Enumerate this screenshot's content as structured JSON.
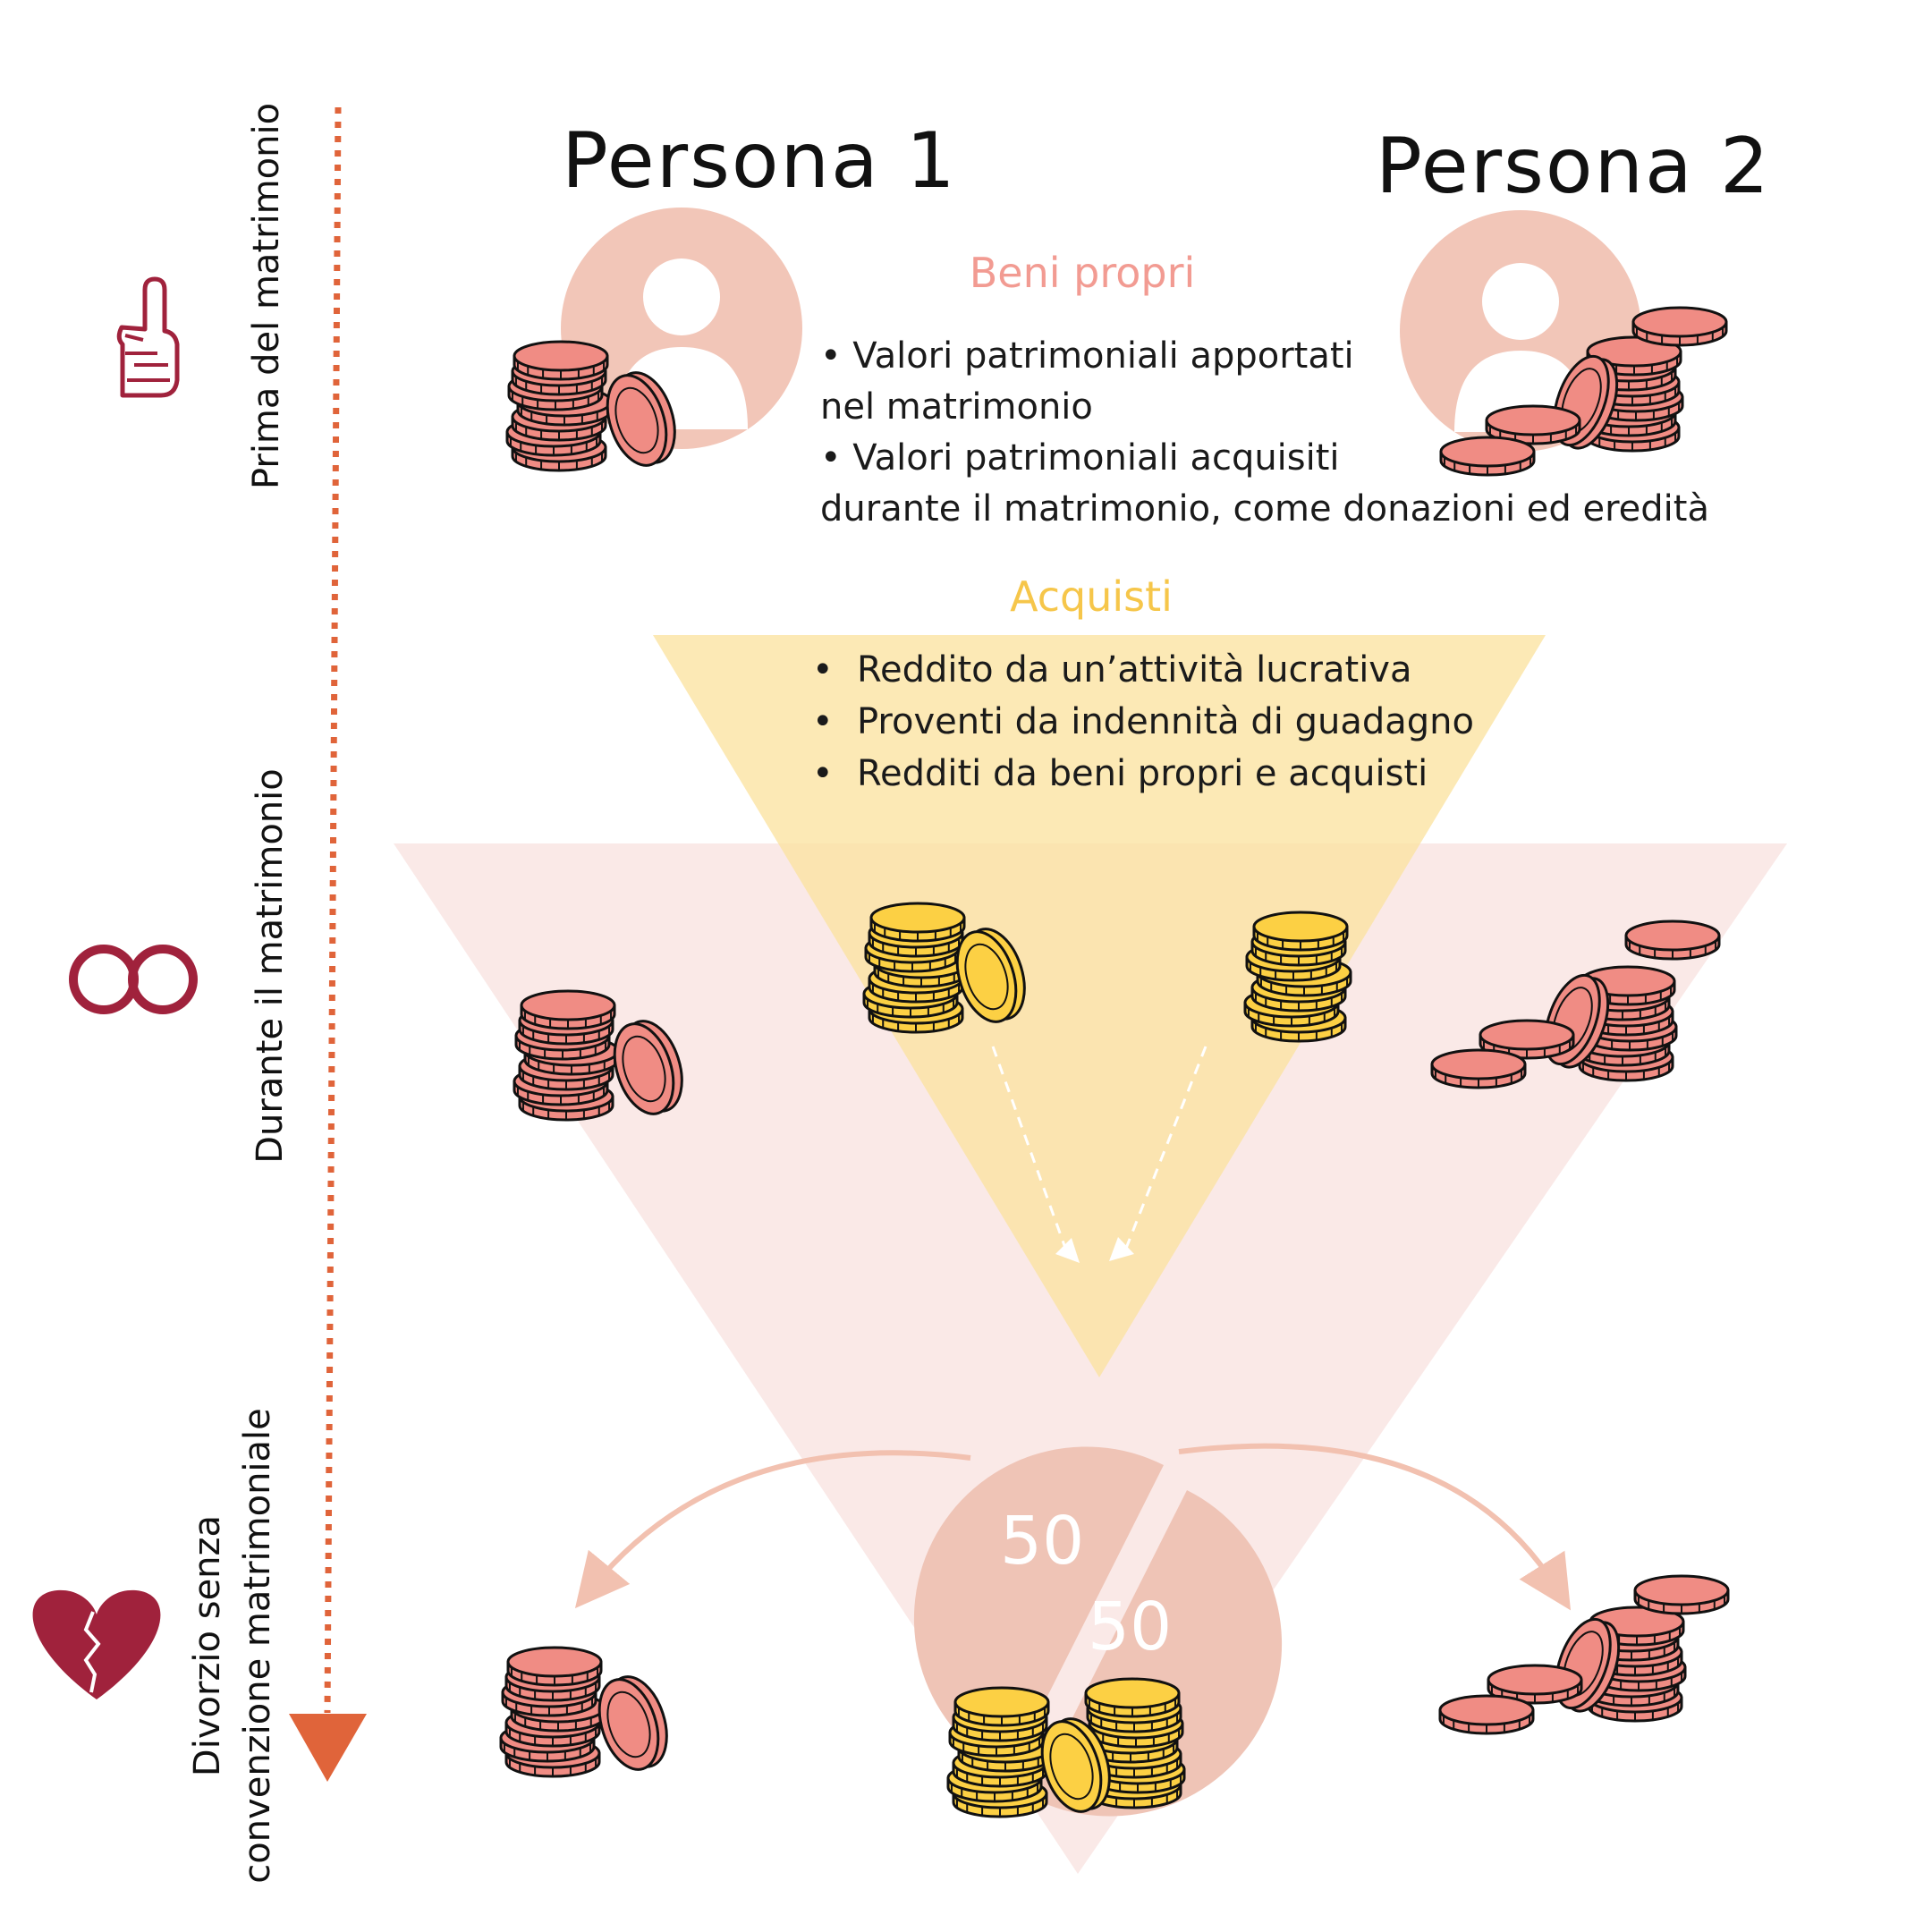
{
  "persons": {
    "p1": "Persona 1",
    "p2": "Persona  2"
  },
  "timeline": {
    "before": "Prima del matrimonio",
    "during": "Durante il matrimonio",
    "divorce_line1": "Divorzio senza",
    "divorce_line2": "convenzione matrimoniale"
  },
  "beni_propri": {
    "title": "Beni propri",
    "line1": "• Valori patrimoniali apportati",
    "line2": "nel matrimonio",
    "line3": "• Valori patrimoniali acquisiti",
    "line4": "durante il matrimonio, come donazioni ed eredità"
  },
  "acquisti": {
    "title": "Acquisti",
    "items": [
      "Reddito da un’attività lucrativa",
      "Proventi da indennità di guadagno",
      "Redditi da beni propri e acquisti"
    ]
  },
  "split": {
    "left": "50",
    "right": "50"
  },
  "colors": {
    "coin_pink": "#f08c84",
    "coin_gold": "#fcd044",
    "acquisti_yellow": "#fbe4a0",
    "beni_pink": "#f29b92",
    "acquisti_title": "#f6c64a",
    "timeline_orange": "#e0643a",
    "icon_red": "#a0223c",
    "avatar_pink": "#f2c4b6",
    "pie_pink": "#efc4b6"
  },
  "icons": [
    "raised-finger-icon",
    "rings-icon",
    "broken-heart-icon",
    "person-avatar-icon",
    "coin-stack-icon"
  ]
}
